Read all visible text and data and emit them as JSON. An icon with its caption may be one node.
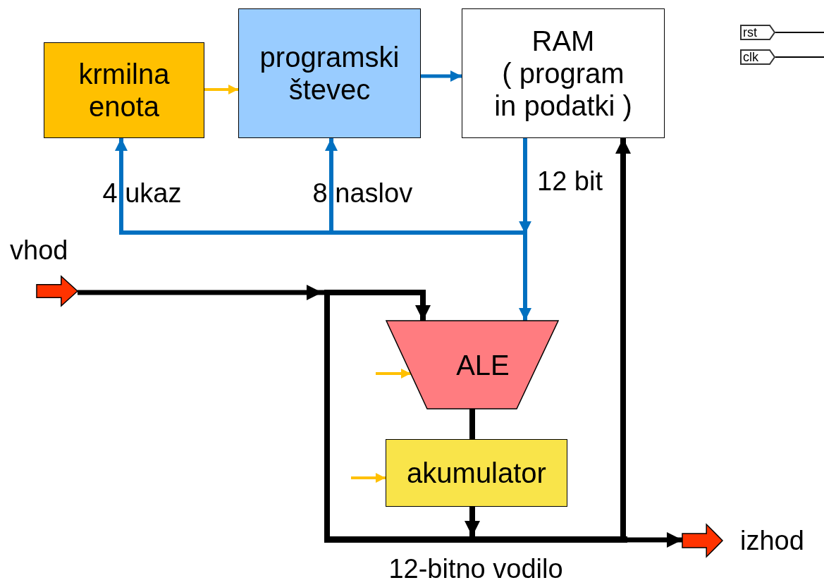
{
  "diagram": {
    "nodes": [
      {
        "text": [
          "krmilna enota"
        ]
      },
      {
        "text": [
          "programski števec"
        ]
      },
      {
        "text": [
          "RAM",
          "( program in podatki )"
        ]
      },
      {
        "text": [
          "rst"
        ]
      },
      {
        "text": [
          "clk"
        ]
      },
      {
        "text": [],
        "shape": "arrow",
        "beside": [
          "vhod"
        ]
      },
      {
        "text": [
          "ALE"
        ]
      },
      {
        "text": [
          "akumulator"
        ]
      },
      {
        "text": [
          "12-bitno vodilo"
        ]
      },
      {
        "text": [],
        "shape": "arrow",
        "beside": [
          "izhod"
        ]
      }
    ],
    "edges": [
      {
        "from": 0,
        "to": 1,
        "arrow": "to",
        "color": "#ffc000"
      },
      {
        "from": 1,
        "to": 2,
        "arrow": "to",
        "color": "#0070c0"
      },
      {
        "from": 2,
        "to": 0,
        "arrow": "to",
        "label": "4 ukaz",
        "color": "#0070c0"
      },
      {
        "from": 2,
        "to": 1,
        "arrow": "to",
        "label": "8 naslov",
        "color": "#0070c0"
      },
      {
        "from": 2,
        "to": 6,
        "arrow": "to",
        "label": "12 bit",
        "color": "#0070c0"
      },
      {
        "from": 3,
        "to": null,
        "arrow": "none"
      },
      {
        "from": 4,
        "to": null,
        "arrow": "none"
      },
      {
        "from": 5,
        "to": 8,
        "arrow": "to"
      },
      {
        "from": 8,
        "to": 6,
        "arrow": "to"
      },
      {
        "from": null,
        "to": 6,
        "arrow": "to",
        "color": "#ffc000"
      },
      {
        "from": 6,
        "to": 7,
        "arrow": "none"
      },
      {
        "from": null,
        "to": 7,
        "arrow": "to",
        "color": "#ffc000"
      },
      {
        "from": 7,
        "to": 8,
        "arrow": "to"
      },
      {
        "from": 8,
        "to": 2,
        "arrow": "to"
      },
      {
        "from": 8,
        "to": 9,
        "arrow": "to"
      }
    ]
  }
}
